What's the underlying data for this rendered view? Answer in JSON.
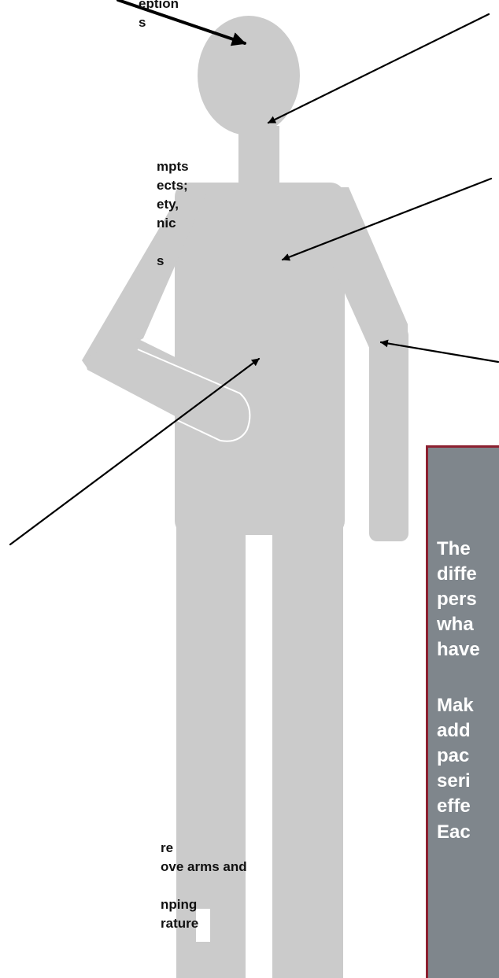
{
  "labels": {
    "top_left": "eption\ns",
    "middle_left": "mpts\nects;\nety,\nnic\n\ns",
    "bottom_left": "re\nove arms and\n\nnping\nrature"
  },
  "callout": {
    "paragraph_1": "The\ndiffe\npers\nwha\nhave",
    "paragraph_2": "Mak\nadd\npac\nseri\neffe",
    "paragraph_3": "Eac"
  },
  "colors": {
    "figure_fill": "#cbcbcb",
    "arrow": "#000000",
    "callout_background": "#7f868c",
    "callout_border": "#8c2030",
    "callout_text": "#ffffff"
  }
}
